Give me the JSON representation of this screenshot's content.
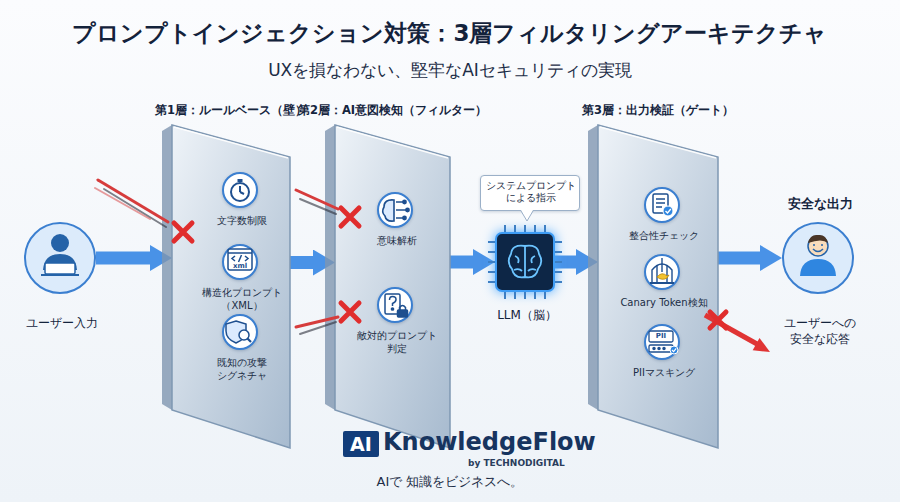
{
  "diagram": {
    "title": "プロンプトインジェクション対策：3層フィルタリングアーキテクチャ",
    "nodes": [
      {
        "text": [
          "ユーザー入力"
        ]
      },
      {
        "text": [
          "第1層：ルールベース（壁）"
        ]
      },
      {
        "text": [
          "文字数制限"
        ],
        "in": 1
      },
      {
        "text": [
          "構造化プロンプト（XML）"
        ],
        "in": 1
      },
      {
        "text": [
          "既知の攻撃シグネチャ"
        ],
        "in": 1
      },
      {
        "text": [
          "第2層：AI意図検知（フィルター）"
        ]
      },
      {
        "text": [
          "意味解析"
        ],
        "in": 5
      },
      {
        "text": [
          "敵対的プロンプト判定"
        ],
        "in": 5
      },
      {
        "text": [
          "システムプロンプトによる指示"
        ]
      },
      {
        "text": [
          "LLM（脳）"
        ]
      },
      {
        "text": [
          "第3層：出力検証（ゲート）"
        ]
      },
      {
        "text": [
          "整合性チェック"
        ],
        "in": 10
      },
      {
        "text": [
          "Canary Token検知"
        ],
        "in": 10
      },
      {
        "text": [
          "PIIマスキング"
        ],
        "in": 10
      },
      {
        "text": [
          "安全な出力",
          "ユーザーへの安全な応答"
        ]
      }
    ],
    "edges": [
      {
        "from": 0,
        "to": 1,
        "arrow": "to"
      },
      {
        "from": 1,
        "to": 5,
        "arrow": "to"
      },
      {
        "from": 5,
        "to": 9,
        "arrow": "to"
      },
      {
        "from": 9,
        "to": 10,
        "arrow": "to"
      },
      {
        "from": 10,
        "to": 14,
        "arrow": "to"
      }
    ],
    "labels": [
      "UXを損なわない、堅牢なAIセキュリティの実現",
      "xml",
      "PII",
      "AI",
      "KnowledgeFlow",
      "by TECHNODIGITAL",
      "AIで 知識をビジネスへ。"
    ]
  }
}
